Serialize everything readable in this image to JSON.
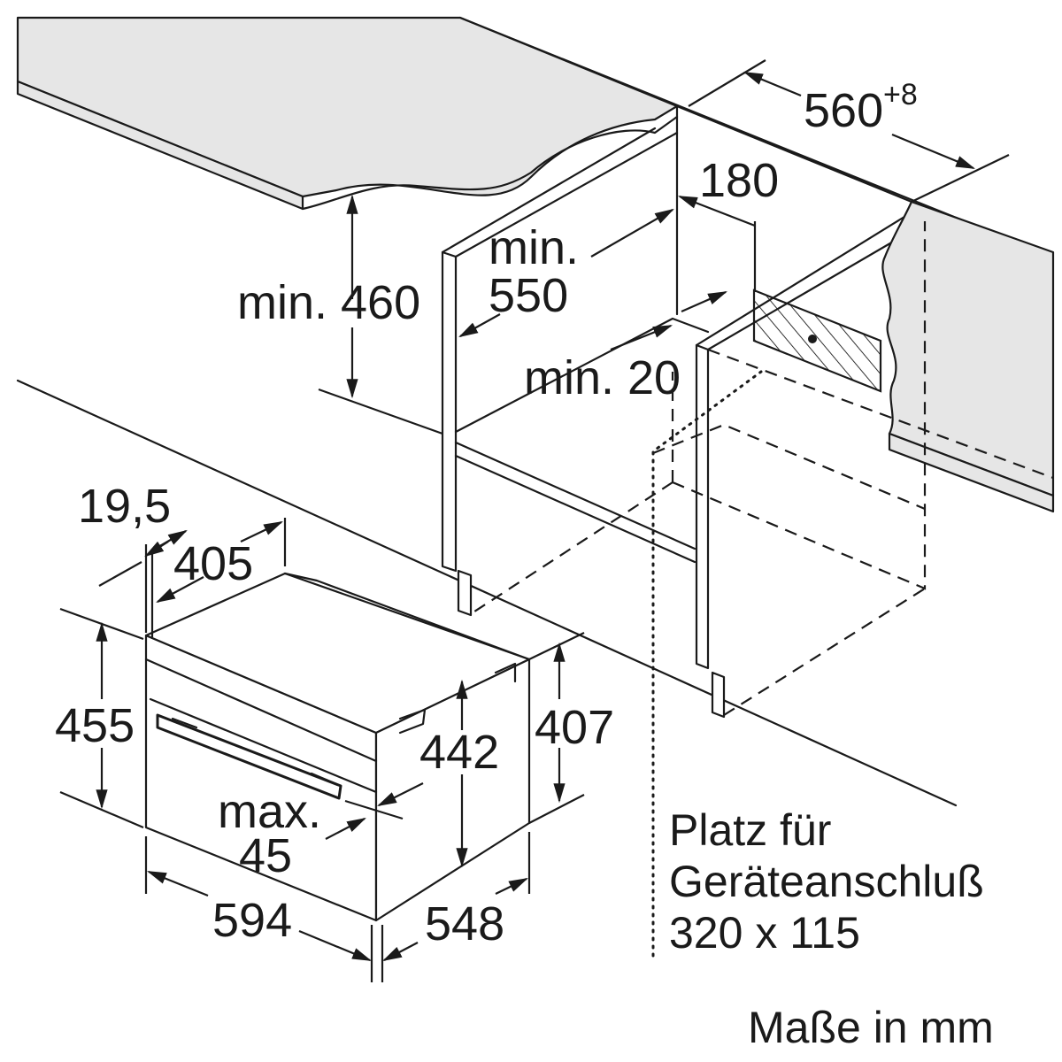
{
  "dimensions": {
    "niche_width": "560",
    "niche_width_tolerance": "+8",
    "depth_offset": "180",
    "min_depth_label": "min.",
    "min_depth_value": "550",
    "min_height_above": "min. 460",
    "min_gap": "min. 20",
    "side_offset": "19,5",
    "rail_depth": "405",
    "appliance_height": "455",
    "appliance_width": "594",
    "appliance_depth": "548",
    "body_height": "407",
    "door_height": "442",
    "door_protrusion_label": "max.",
    "door_protrusion_value": "45"
  },
  "connection_note": {
    "line1": "Platz für",
    "line2": "Geräteanschluß",
    "line3": "320 x 115"
  },
  "units_note": "Maße in mm",
  "colors": {
    "line": "#1a1a1a",
    "surface": "#e6e6e6",
    "background": "#ffffff"
  }
}
